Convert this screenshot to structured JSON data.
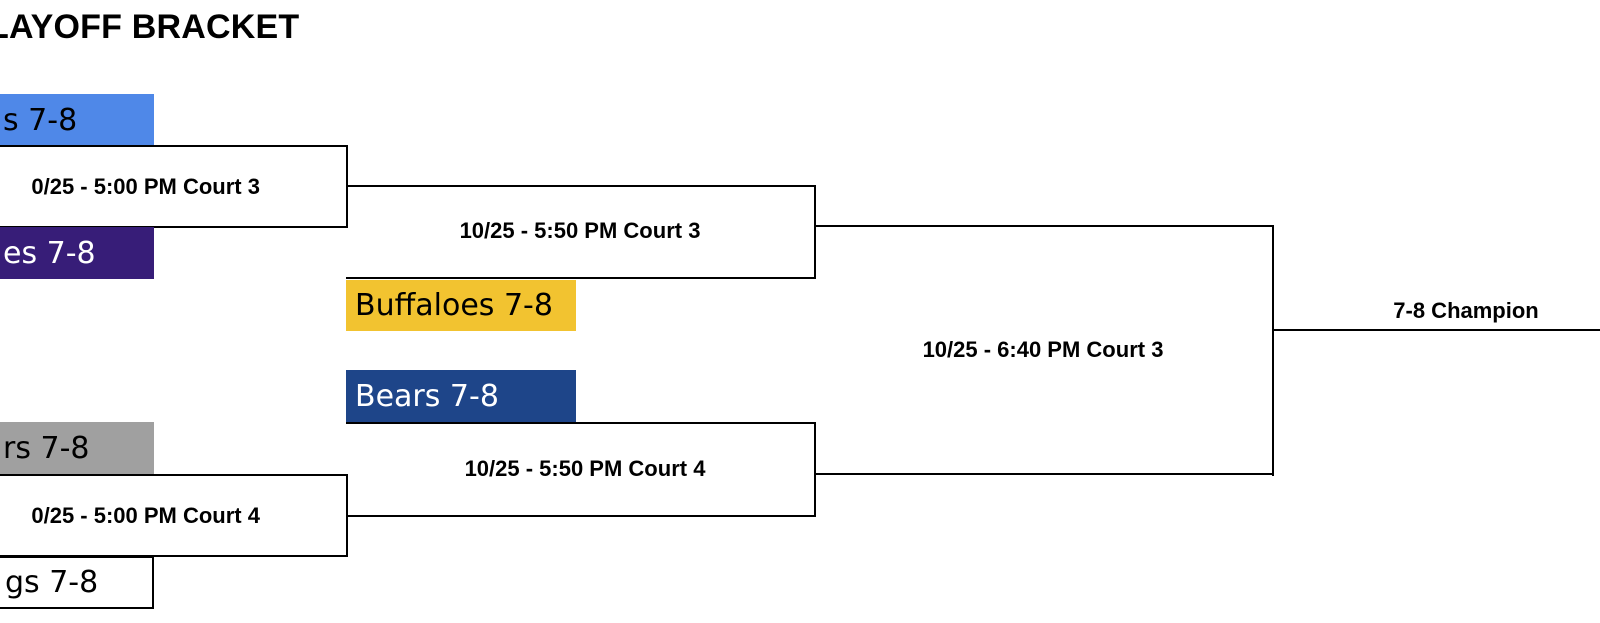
{
  "title": "LAYOFF BRACKET",
  "round1": [
    {
      "top_team": {
        "label": "s 7-8",
        "color": "#4F88E8",
        "text_color": "#000000"
      },
      "game": "0/25 - 5:00 PM Court 3",
      "bottom_team": {
        "label": "es 7-8",
        "color": "#371D78",
        "text_color": "#FFFFFF"
      }
    },
    {
      "top_team": {
        "label": "rs 7-8",
        "color": "#A0A0A0",
        "text_color": "#000000"
      },
      "game": "0/25 - 5:00 PM Court 4",
      "bottom_team": {
        "label": "gs 7-8",
        "color": "#FFFFFF",
        "text_color": "#000000"
      }
    }
  ],
  "round2": [
    {
      "game": "10/25 - 5:50 PM Court 3",
      "bye_team": {
        "label": "Buffaloes 7-8",
        "color": "#F2C330",
        "text_color": "#000000"
      }
    },
    {
      "bye_team": {
        "label": "Bears 7-8",
        "color": "#1E4589",
        "text_color": "#FFFFFF"
      },
      "game": "10/25 - 5:50 PM Court 4"
    }
  ],
  "final": {
    "game": "10/25 - 6:40 PM Court 3"
  },
  "champion": {
    "label": "7-8 Champion"
  }
}
